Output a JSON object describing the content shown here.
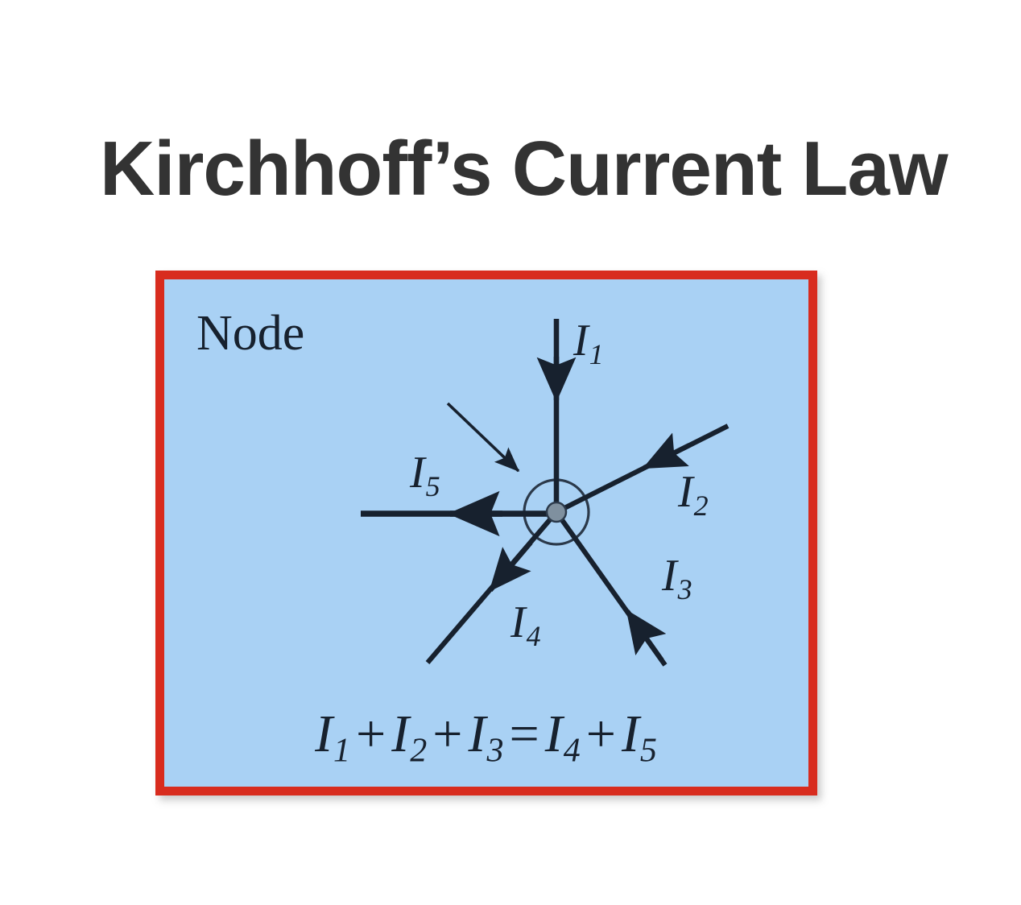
{
  "slide": {
    "background_color": "#ffffff",
    "title": "Kirchhoff’s Current Law",
    "title_color": "#333333"
  },
  "figure": {
    "border_color": "#d82c1e",
    "fill_color": "#a9d1f4",
    "ink_color": "#17212e",
    "node_dot_color": "#7f909f",
    "node_label": "Node",
    "equation": {
      "terms": [
        {
          "symbol": "I",
          "subscript": "1"
        },
        {
          "operator": "+"
        },
        {
          "symbol": "I",
          "subscript": "2"
        },
        {
          "operator": "+"
        },
        {
          "symbol": "I",
          "subscript": "3"
        },
        {
          "operator": "="
        },
        {
          "symbol": "I",
          "subscript": "4"
        },
        {
          "operator": "+"
        },
        {
          "symbol": "I",
          "subscript": "5"
        }
      ],
      "plain_text": "I1 + I2 + I3 = I4 + I5"
    },
    "currents": [
      {
        "id": "I1",
        "symbol": "I",
        "subscript": "1",
        "direction": "into-node",
        "orientation": "from-top",
        "label_text": "I1"
      },
      {
        "id": "I2",
        "symbol": "I",
        "subscript": "2",
        "direction": "into-node",
        "orientation": "from-upper-right",
        "label_text": "I2"
      },
      {
        "id": "I3",
        "symbol": "I",
        "subscript": "3",
        "direction": "into-node",
        "orientation": "from-lower-right",
        "label_text": "I3"
      },
      {
        "id": "I4",
        "symbol": "I",
        "subscript": "4",
        "direction": "out-of-node",
        "orientation": "to-lower-left",
        "label_text": "I4"
      },
      {
        "id": "I5",
        "symbol": "I",
        "subscript": "5",
        "direction": "out-of-node",
        "orientation": "to-left",
        "label_text": "I5"
      }
    ]
  }
}
